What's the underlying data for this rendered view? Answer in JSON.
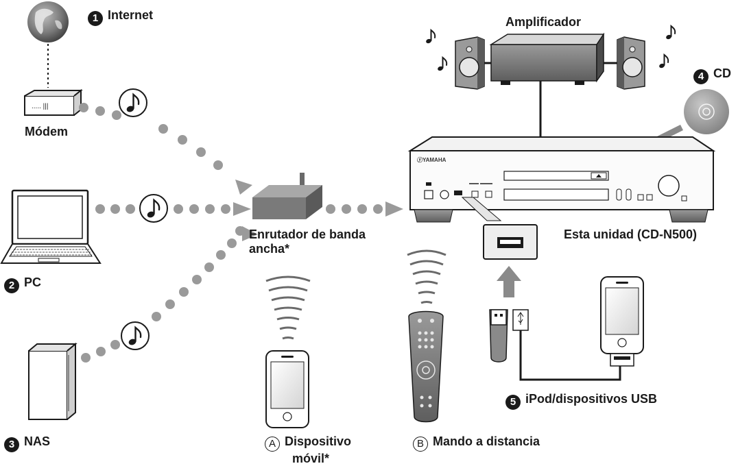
{
  "labels": {
    "internet": {
      "badge": "1",
      "text": "Internet"
    },
    "modem": {
      "text": "Módem"
    },
    "pc": {
      "badge": "2",
      "text": "PC"
    },
    "nas": {
      "badge": "3",
      "text": "NAS"
    },
    "cd": {
      "badge": "4",
      "text": "CD"
    },
    "usb": {
      "badge": "5",
      "text": "iPod/dispositivos USB"
    },
    "amplifier": {
      "text": "Amplificador"
    },
    "router": {
      "line1": "Enrutador de banda",
      "line2": "ancha*"
    },
    "unit": {
      "text": "Esta unidad (CD-N500)"
    },
    "mobile": {
      "badge": "A",
      "line1": "Dispositivo",
      "line2": "móvil*"
    },
    "remote": {
      "badge": "B",
      "text": "Mando a distancia"
    }
  },
  "device_brand": "ⓨYAMAHA",
  "modem_display": "..... |||",
  "colors": {
    "ink": "#1a1a1a",
    "dots": "#9a9a9a",
    "panel": "#eeeeee"
  },
  "icons": [
    "globe-icon",
    "modem-icon",
    "laptop-icon",
    "nas-icon",
    "router-icon",
    "cd-player-icon",
    "amplifier-icon",
    "speaker-icon",
    "cd-disc-icon",
    "usb-port-icon",
    "usb-stick-icon",
    "ipod-icon",
    "phone-icon",
    "remote-icon",
    "wireless-signal-icon",
    "music-note-icon"
  ]
}
